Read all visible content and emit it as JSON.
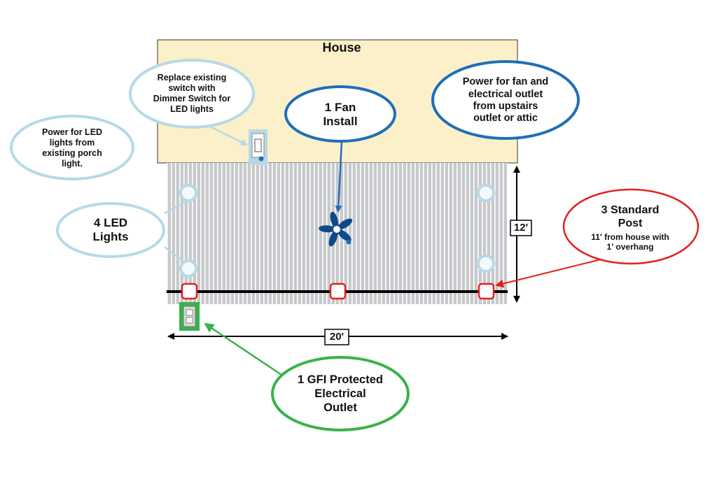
{
  "house": {
    "title": "House"
  },
  "callouts": {
    "dimmer": "Replace existing\nswitch with\nDimmer Switch for\nLED lights",
    "porch_power": "Power for LED\nlights from\nexisting porch\nlight.",
    "fan": "1 Fan\nInstall",
    "fan_power": "Power for fan and\nelectrical outlet\nfrom upstairs\noutlet or attic",
    "led": "4 LED\nLights",
    "posts_title": "3 Standard\nPost",
    "posts_detail": "11' from house with\n1' overhang",
    "gfi": "1 GFI Protected\nElectrical\nOutlet"
  },
  "dimensions": {
    "depth": "12'",
    "width": "20'"
  },
  "colors": {
    "house_fill": "#fbf0c9",
    "deck_fill": "#c7c9cc",
    "deck_slat": "#ffffff",
    "light_blue": "#b7d9e6",
    "blue": "#1f6fb6",
    "red": "#e3221e",
    "green": "#39b24a",
    "fan_blue": "#0d4a8a"
  },
  "icons": [
    "switch-icon",
    "fan-icon",
    "led-light-icon",
    "post-icon",
    "outlet-icon"
  ]
}
